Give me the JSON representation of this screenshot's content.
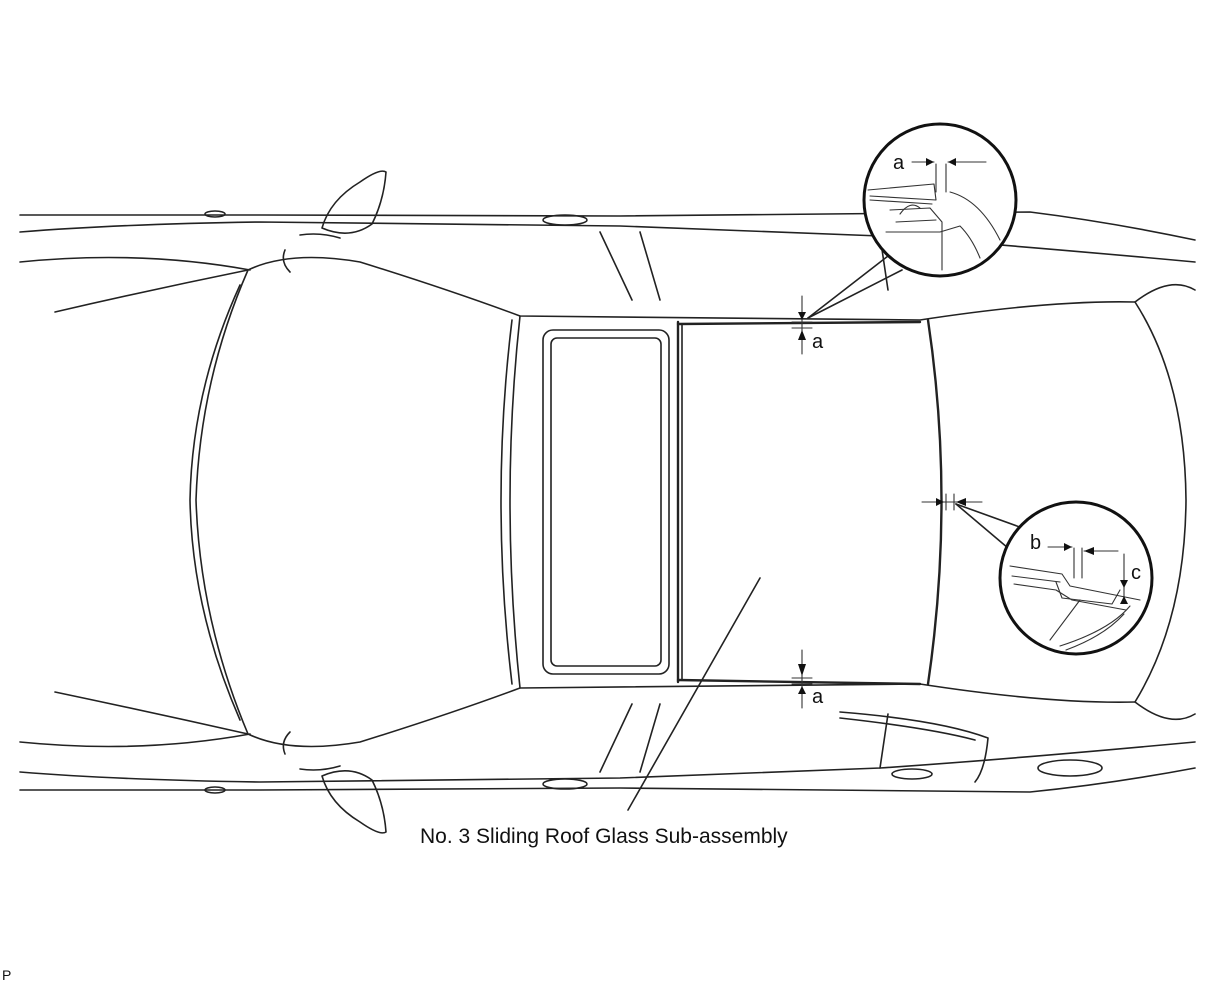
{
  "diagram": {
    "caption": "No. 3 Sliding Roof Glass Sub-assembly",
    "labels": {
      "gap_a_top": "a",
      "gap_a_bottom": "a",
      "detail_a_label": "a",
      "detail_b_label": "b",
      "detail_c_label": "c"
    },
    "corner_mark": "P"
  }
}
